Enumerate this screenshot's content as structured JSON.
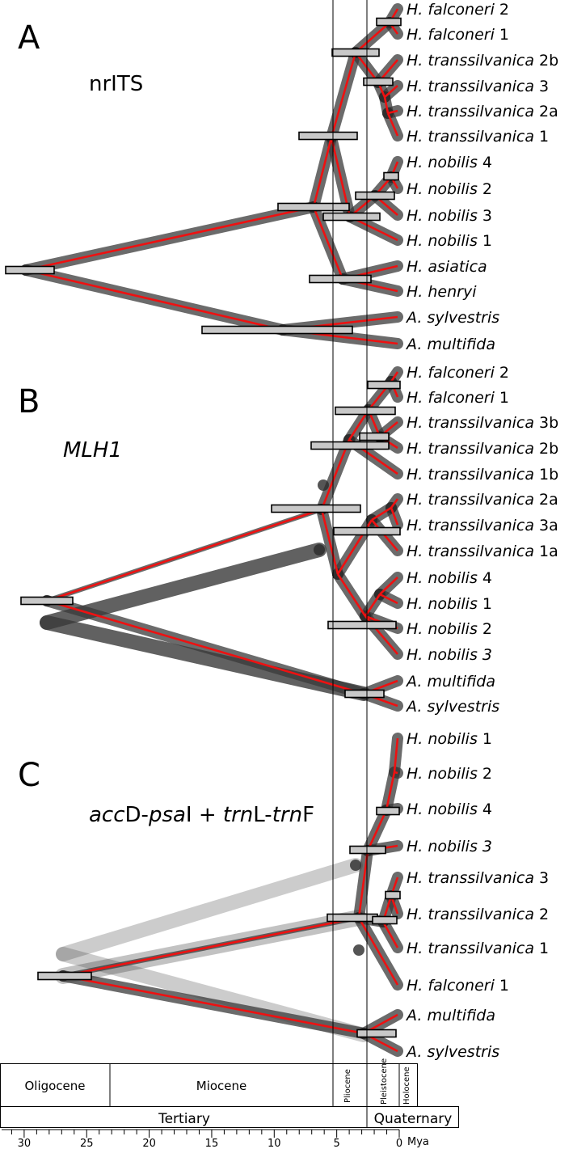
{
  "panels": [
    {
      "letter": "A",
      "marker": "nrITS",
      "taxa": [
        {
          "genus": "H.",
          "species": "falconeri",
          "suffix": "2"
        },
        {
          "genus": "H.",
          "species": "falconeri",
          "suffix": "1"
        },
        {
          "genus": "H.",
          "species": "transsilvanica",
          "suffix": "2b"
        },
        {
          "genus": "H.",
          "species": "transsilvanica",
          "suffix": "3"
        },
        {
          "genus": "H.",
          "species": "transsilvanica",
          "suffix": "2a"
        },
        {
          "genus": "H.",
          "species": "transsilvanica",
          "suffix": "1"
        },
        {
          "genus": "H.",
          "species": "nobilis",
          "suffix": "4"
        },
        {
          "genus": "H.",
          "species": "nobilis",
          "suffix": "2"
        },
        {
          "genus": "H.",
          "species": "nobilis",
          "suffix": "3"
        },
        {
          "genus": "H.",
          "species": "nobilis",
          "suffix": "1"
        },
        {
          "genus": "H.",
          "species": "asiatica",
          "suffix": ""
        },
        {
          "genus": "H.",
          "species": "henryi",
          "suffix": ""
        },
        {
          "genus": "A.",
          "species": "sylvestris",
          "suffix": ""
        },
        {
          "genus": "A.",
          "species": "multifida",
          "suffix": ""
        }
      ]
    },
    {
      "letter": "B",
      "marker": "MLH1",
      "taxa": [
        {
          "genus": "H.",
          "species": "falconeri",
          "suffix": "2"
        },
        {
          "genus": "H.",
          "species": "falconeri",
          "suffix": "1"
        },
        {
          "genus": "H.",
          "species": "transsilvanica",
          "suffix": "3b"
        },
        {
          "genus": "H.",
          "species": "transsilvanica",
          "suffix": "2b"
        },
        {
          "genus": "H.",
          "species": "transsilvanica",
          "suffix": "1b"
        },
        {
          "genus": "H.",
          "species": "transsilvanica",
          "suffix": "2a"
        },
        {
          "genus": "H.",
          "species": "transsilvanica",
          "suffix": "3a"
        },
        {
          "genus": "H.",
          "species": "transsilvanica",
          "suffix": "1a"
        },
        {
          "genus": "H.",
          "species": "nobilis",
          "suffix": "4"
        },
        {
          "genus": "H.",
          "species": "nobilis",
          "suffix": "1"
        },
        {
          "genus": "H.",
          "species": "nobilis",
          "suffix": "2"
        },
        {
          "genus": "H.",
          "species": "nobilis 3",
          "suffix": ""
        },
        {
          "genus": "A.",
          "species": "multifida",
          "suffix": ""
        },
        {
          "genus": "A.",
          "species": "sylvestris",
          "suffix": ""
        }
      ]
    },
    {
      "letter": "C",
      "marker_parts": [
        {
          "text": "acc",
          "italic": true
        },
        {
          "text": "D-",
          "italic": false
        },
        {
          "text": "psa",
          "italic": true
        },
        {
          "text": "I + ",
          "italic": false
        },
        {
          "text": "trn",
          "italic": true
        },
        {
          "text": "L-",
          "italic": false
        },
        {
          "text": "trn",
          "italic": true
        },
        {
          "text": "F",
          "italic": false
        }
      ],
      "taxa": [
        {
          "genus": "H.",
          "species": "nobilis",
          "suffix": "1"
        },
        {
          "genus": "H.",
          "species": "nobilis",
          "suffix": "2"
        },
        {
          "genus": "H.",
          "species": "nobilis",
          "suffix": "4"
        },
        {
          "genus": "H.",
          "species": "nobilis 3",
          "suffix": ""
        },
        {
          "genus": "H.",
          "species": "transsilvanica",
          "suffix": "3"
        },
        {
          "genus": "H.",
          "species": "transsilvanica",
          "suffix": "2"
        },
        {
          "genus": "H.",
          "species": "transsilvanica",
          "suffix": "1"
        },
        {
          "genus": "H.",
          "species": "falconeri",
          "suffix": "1"
        },
        {
          "genus": "A.",
          "species": "multifida",
          "suffix": ""
        },
        {
          "genus": "A.",
          "species": "sylvestris",
          "suffix": ""
        }
      ]
    }
  ],
  "timescale": {
    "epochs": [
      "Oligocene",
      "Miocene",
      "Pliocene",
      "Pleistocene",
      "Holocene"
    ],
    "periods": [
      "Tertiary",
      "Quaternary"
    ],
    "ticks": [
      "30",
      "25",
      "20",
      "15",
      "10",
      "5",
      "0"
    ],
    "unit": "Mya"
  },
  "colors": {
    "consensus": "#ee1111",
    "sample_trees": "#3a3a3a",
    "hpd_bar_fill": "#c8c8c8",
    "text": "#000000"
  }
}
